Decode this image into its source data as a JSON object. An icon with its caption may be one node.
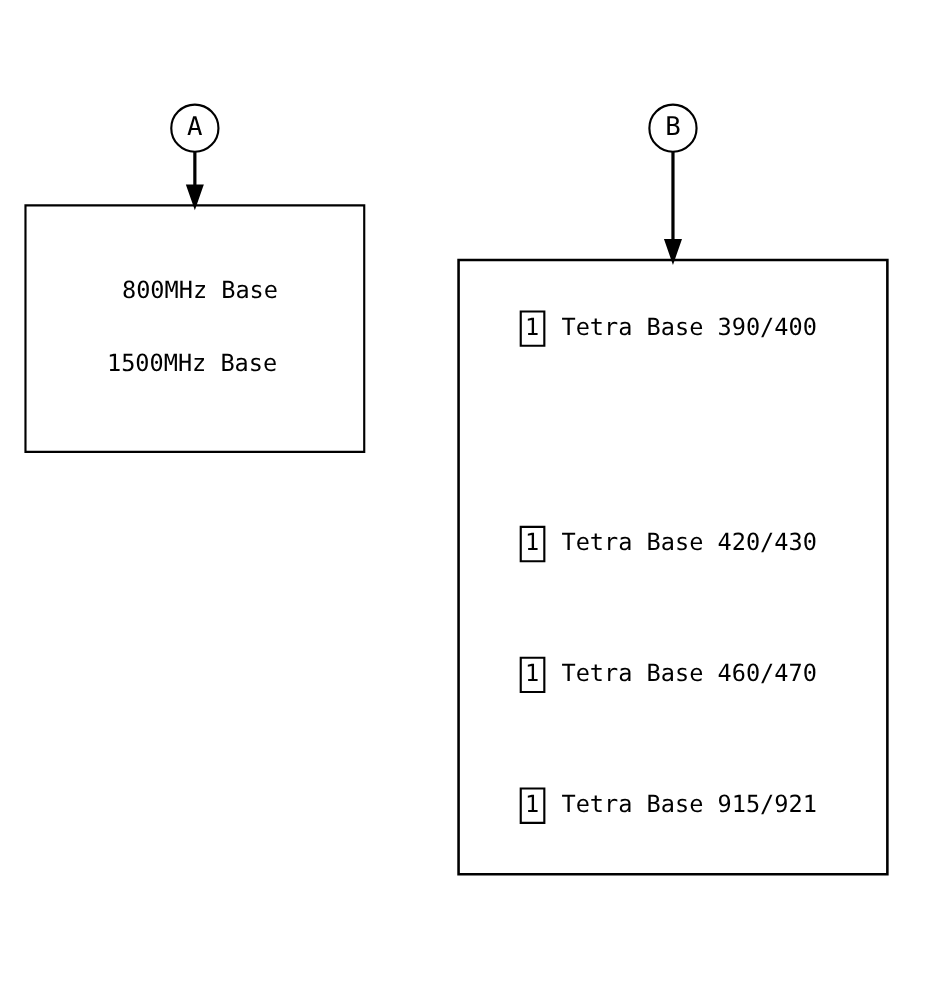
{
  "diagram": {
    "nodes": [
      {
        "text": [
          "A"
        ]
      },
      {
        "text": [
          "800MHz Base",
          "1500MHz Base"
        ]
      },
      {
        "text": [
          "B"
        ]
      },
      {
        "text": [],
        "shape": "box"
      },
      {
        "text": [
          "1"
        ],
        "beside": [
          "Tetra Base 390/400"
        ],
        "in": 3
      },
      {
        "text": [
          "1"
        ],
        "beside": [
          "Tetra Base 420/430"
        ],
        "in": 3
      },
      {
        "text": [
          "1"
        ],
        "beside": [
          "Tetra Base 460/470"
        ],
        "in": 3
      },
      {
        "text": [
          "1"
        ],
        "beside": [
          "Tetra Base 915/921"
        ],
        "in": 3
      }
    ],
    "edges": [
      {
        "from": 0,
        "to": 1,
        "arrow": "to"
      },
      {
        "from": 2,
        "to": 3,
        "arrow": "to"
      }
    ]
  }
}
